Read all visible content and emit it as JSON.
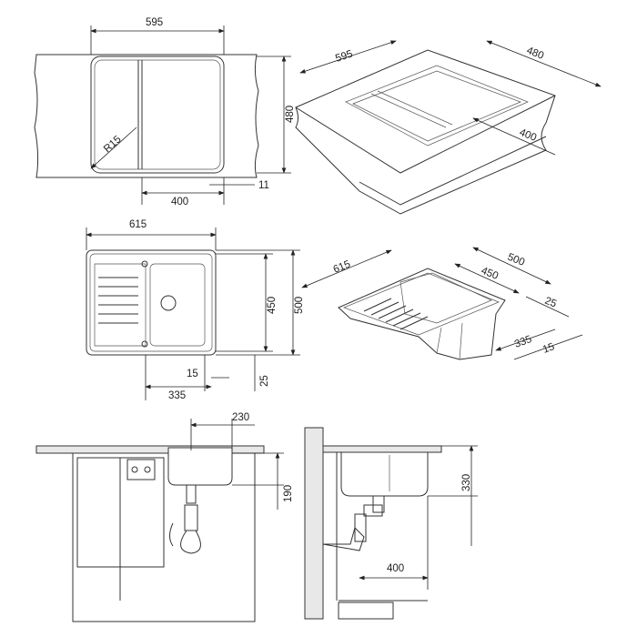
{
  "top_plan": {
    "width": "595",
    "depth": "480",
    "radius": "R15",
    "bowl_offset": "400",
    "edge": "11"
  },
  "top_iso": {
    "width": "595",
    "depth": "480",
    "bowl_offset": "400"
  },
  "mid_plan": {
    "width": "615",
    "inner_depth": "450",
    "depth": "500",
    "edge": "15",
    "rim": "25",
    "bowl_width": "335"
  },
  "mid_iso": {
    "width": "615",
    "depth": "500",
    "inner_depth": "450",
    "rim": "25",
    "bowl_width": "335",
    "edge": "15"
  },
  "front_view": {
    "offset": "230",
    "depth": "190"
  },
  "side_view": {
    "depth": "330",
    "offset": "400"
  }
}
